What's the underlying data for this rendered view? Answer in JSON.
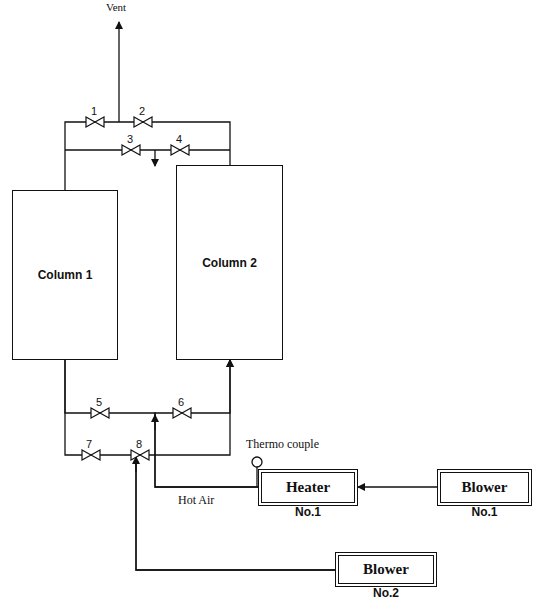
{
  "diagram": {
    "nodes": [
      {
        "text": [
          "Column 1"
        ]
      },
      {
        "text": [
          "Column 2"
        ]
      },
      {
        "text": [
          "Heater",
          "No.1"
        ]
      },
      {
        "text": [
          "Blower",
          "No.1"
        ]
      },
      {
        "text": [
          "Blower",
          "No.2"
        ]
      }
    ],
    "edges": [
      {
        "from": 3,
        "to": 2,
        "arrow": "to"
      },
      {
        "from": 2,
        "to": 1,
        "arrow": "to"
      },
      {
        "from": 4,
        "to": 1,
        "arrow": "to"
      },
      {
        "from": 2,
        "to": 0,
        "arrow": "none"
      },
      {
        "from": 4,
        "to": 0,
        "arrow": "none"
      },
      {
        "from": 0,
        "to": 1,
        "arrow": "none"
      }
    ],
    "labels": [
      "Vent",
      "1",
      "2",
      "3",
      "4",
      "5",
      "6",
      "7",
      "8",
      "Thermo couple",
      "Hot Air"
    ]
  }
}
